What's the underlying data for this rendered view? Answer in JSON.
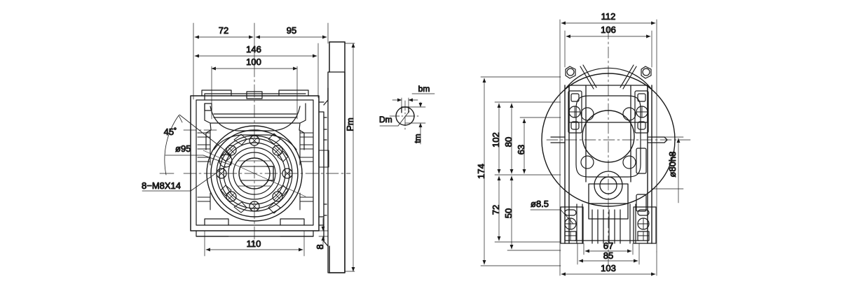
{
  "drawing": {
    "title": "Worm Gear Reducer Dimensional Drawing",
    "line_color": "#1a1a1a",
    "background_color": "#ffffff",
    "views": [
      {
        "name": "front-view",
        "position": "left"
      },
      {
        "name": "shaft-keyway-detail",
        "position": "center"
      },
      {
        "name": "side-view",
        "position": "right"
      }
    ]
  },
  "front_view": {
    "dim_72": "72",
    "dim_95": "95",
    "dim_146": "146",
    "dim_100": "100",
    "dim_110": "110",
    "dim_8": "8",
    "label_45deg": "45˚",
    "label_d95": "ø95",
    "label_bolts": "8−M8X14",
    "label_pm": "Pm"
  },
  "shaft_detail": {
    "label_dm": "Dm",
    "label_bm": "bm",
    "label_tm": "tm"
  },
  "side_view": {
    "dim_112": "112",
    "dim_106": "106",
    "dim_174": "174",
    "dim_102": "102",
    "dim_80": "80",
    "dim_63": "63",
    "dim_72": "72",
    "dim_50": "50",
    "dim_67": "67",
    "dim_85": "85",
    "dim_103": "103",
    "label_d85": "ø8.5",
    "label_d80h8": "ø80h8"
  }
}
